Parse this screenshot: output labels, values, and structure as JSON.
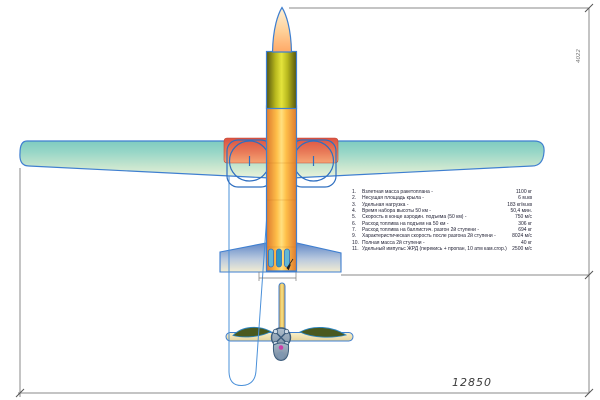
{
  "spec_table": {
    "rows": [
      {
        "num": "1.",
        "label": "Взлетная масса ракетоплана -",
        "value": "1100 кг"
      },
      {
        "num": "2.",
        "label": "Несущая площадь крыла -",
        "value": "6 м.кв"
      },
      {
        "num": "3.",
        "label": "Удельная нагрузка -",
        "value": "183 кг/м.кв"
      },
      {
        "num": "4.",
        "label": "Время набора высоты 50 км -",
        "value": "50,4 мин."
      },
      {
        "num": "5.",
        "label": "Скорость в конце аэродин. подъема (50 км) -",
        "value": "750 м/с"
      },
      {
        "num": "6.",
        "label": "Расход топлива на подъем на 50 км -",
        "value": "306 кг"
      },
      {
        "num": "7.",
        "label": "Расход топлива на баллистич. разгон 2й ступени -",
        "value": "694 кг"
      },
      {
        "num": "9.",
        "label": "Характеристическая скорость после разгона 2й ступени -",
        "value": "8024 м/с"
      },
      {
        "num": "10.",
        "label": "Полная масса 2й ступени -",
        "value": "40 кг"
      },
      {
        "num": "11.",
        "label": "Удельный импульс ЖРД (перекись + пропан, 10 атм кам.сгор.) -",
        "value": "2500 м/с"
      }
    ]
  },
  "dimensions": {
    "wingspan": "12850",
    "length": "4022"
  },
  "colors": {
    "wing_teal": "#7fccc0",
    "fairing_red": "#dc5242",
    "fuselage_orange": "#ffc04a",
    "tank_olive": "#d8d828",
    "stabilizer_blue": "#6088c8",
    "outline_blue": "#3f7fd0",
    "dimension_gray": "#8a8a8a"
  }
}
